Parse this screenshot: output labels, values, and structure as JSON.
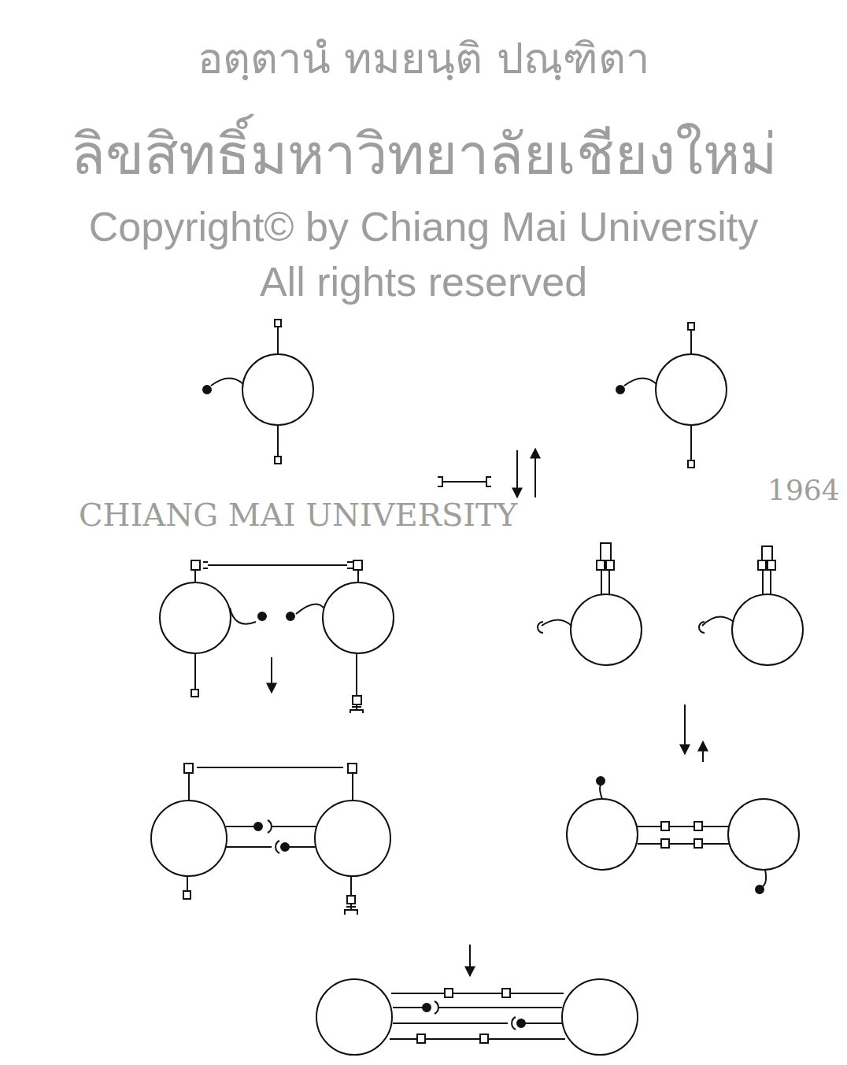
{
  "diagram": {
    "labels": [
      "อตฺตานํ ทมยนฺติ ปณฺฑิตา",
      "CHIANG MAI UNIVERSITY",
      "1964",
      "ลิขสิทธิ์มหาวิทยาลัยเชียงใหม่",
      "Copyright© by Chiang Mai University",
      "All rights reserved"
    ]
  }
}
